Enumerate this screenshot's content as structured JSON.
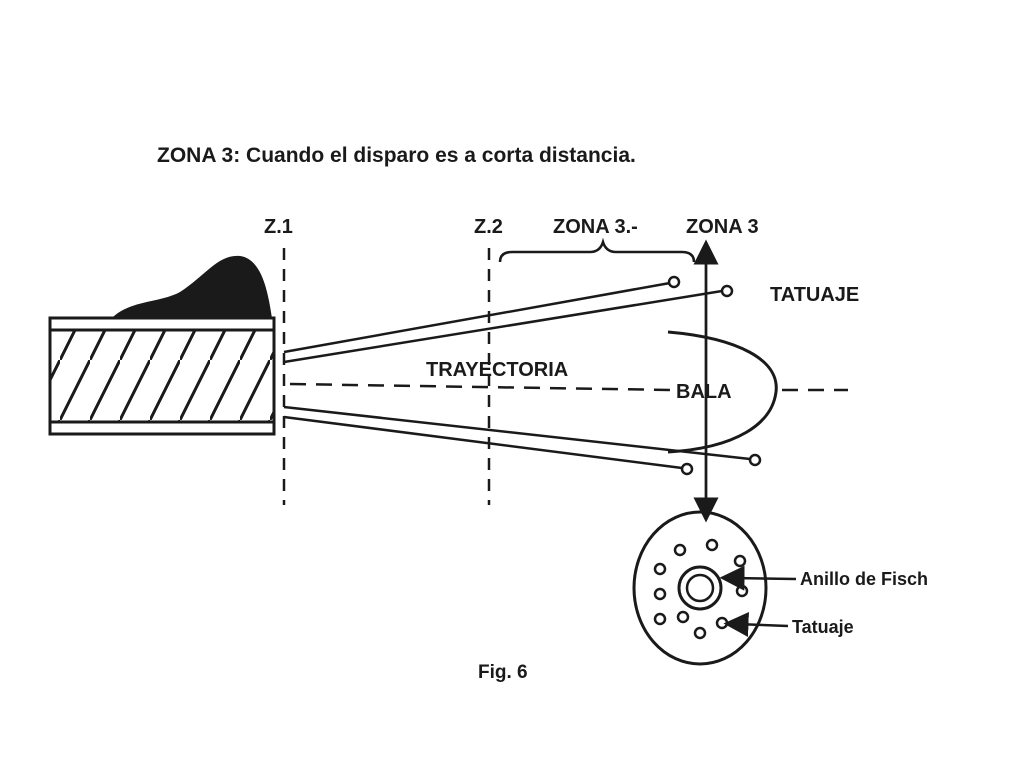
{
  "caption": "ZONA 3: Cuando el disparo es a corta distancia.",
  "labels": {
    "z1": "Z.1",
    "z2": "Z.2",
    "zona3_brace": "ZONA 3.-",
    "zona3_arrow": "ZONA 3",
    "tatuaje_top": "TATUAJE",
    "trayectoria": "TRAYECTORIA",
    "bala": "BALA",
    "anillo_fisch": "Anillo de Fisch",
    "tatuaje_ring": "Tatuaje"
  },
  "figure_label": "Fig. 6",
  "colors": {
    "ink": "#1a1a1a",
    "paper": "#ffffff"
  }
}
